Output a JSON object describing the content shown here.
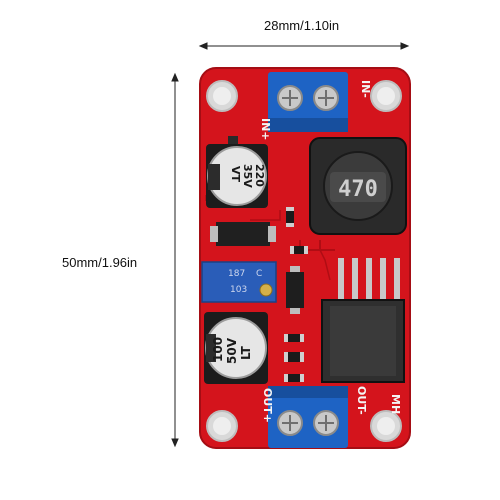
{
  "dimensions": {
    "width_label": "28mm/1.10in",
    "height_label": "50mm/1.96in"
  },
  "board": {
    "input_plus_label": "IN+",
    "input_minus_label": "IN-",
    "output_plus_label": "OUT+",
    "output_minus_label": "OUT-",
    "brand_label": "MH",
    "inductor_marking": "470",
    "cap_top_line1": "220",
    "cap_top_line2": "35V",
    "cap_top_line3": "VT",
    "cap_bottom_line1": "100",
    "cap_bottom_line2": "50V",
    "cap_bottom_line3": "LT",
    "trimmer_line1": "187",
    "trimmer_line2": "C",
    "trimmer_line3": "103",
    "colors": {
      "pcb": "#d4141c",
      "terminal": "#1e63c4",
      "inductor": "#2a2a2a",
      "heatsink": "#2f2f2f"
    }
  }
}
